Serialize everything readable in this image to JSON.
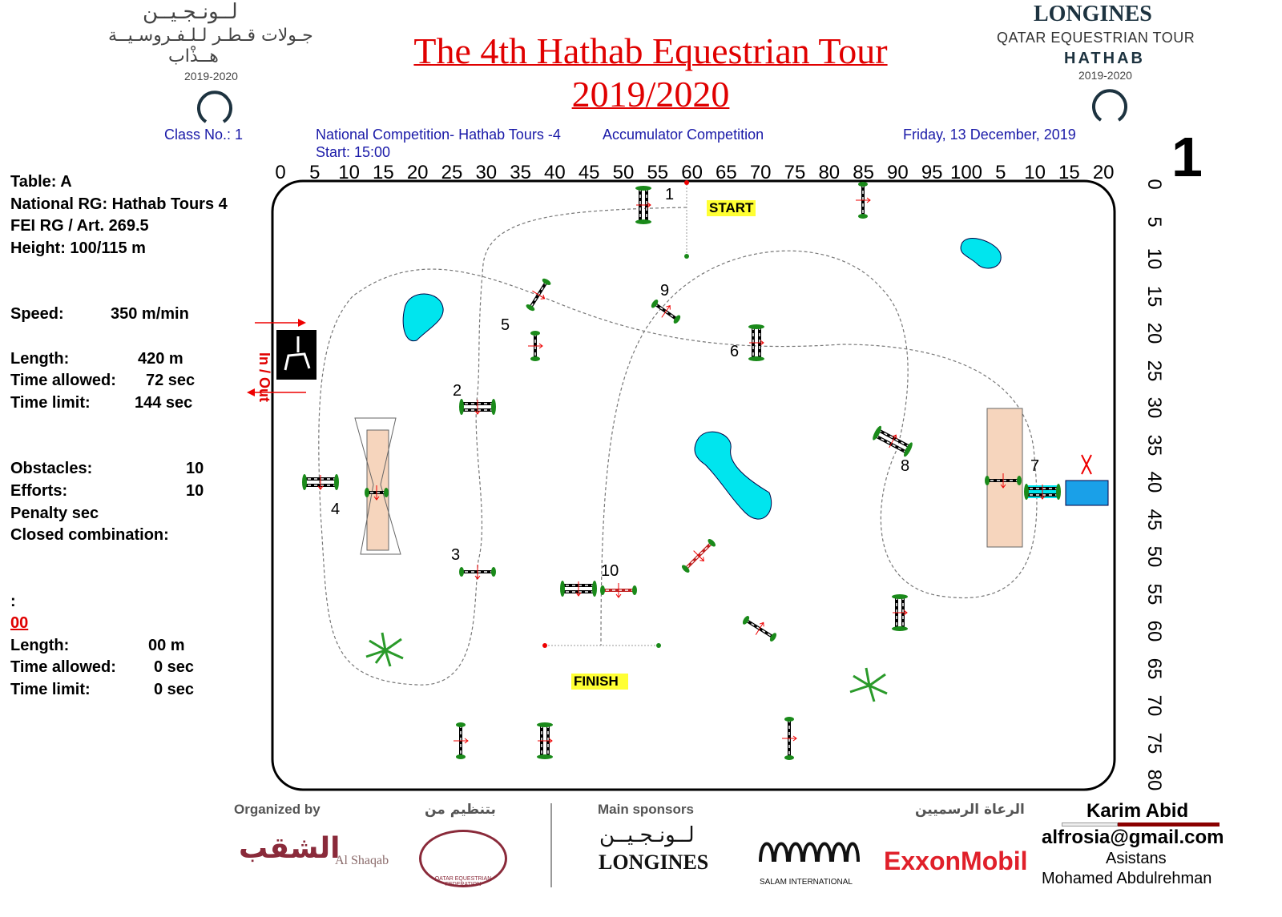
{
  "header": {
    "left_logo": {
      "arabic_line1": "لــونـجـيــن",
      "arabic_line2": "جـولات قـطـر لـلـفـروسـيــة",
      "arabic_line3": "هــذْاب",
      "years": "2019-2020"
    },
    "right_logo": {
      "brand": "LONGINES",
      "line2": "QATAR EQUESTRIAN TOUR",
      "line3": "HATHAB",
      "years": "2019-2020"
    },
    "title_line1": "The 4th Hathab Equestrian Tour",
    "title_line2": "2019/2020",
    "class_no": "Class No.: 1",
    "competition": "National Competition- Hathab Tours -4",
    "start_time": "Start: 15:00",
    "competition_type": "Accumulator Competition",
    "date": "Friday, 13 December, 2019",
    "round_number": "1"
  },
  "info": {
    "table": "Table: A",
    "national_rg": "National RG:  Hathab Tours 4",
    "fei_rg": "FEI RG / Art. 269.5",
    "height": "Height: 100/115  m",
    "speed_label": "Speed:",
    "speed_value": "350  m/min",
    "length_label": "Length:",
    "length_value": "420    m",
    "time_allowed_label": "Time allowed:",
    "time_allowed_value": "72  sec",
    "time_limit_label": "Time limit:",
    "time_limit_value": "144  sec",
    "obstacles_label": "Obstacles:",
    "obstacles_value": "10",
    "efforts_label": "Efforts:",
    "efforts_value": "10",
    "penalty": "Penalty sec",
    "closed_combination": "Closed combination:",
    "colon": ":",
    "jumpoff": "00",
    "jo_length_label": "Length:",
    "jo_length_value": "00    m",
    "jo_time_allowed_label": "Time allowed:",
    "jo_time_allowed_value": "0  sec",
    "jo_time_limit_label": "Time limit:",
    "jo_time_limit_value": "0  sec"
  },
  "scale": {
    "top": [
      "0",
      "5",
      "10",
      "15",
      "20",
      "25",
      "30",
      "35",
      "40",
      "45",
      "50",
      "55",
      "60",
      "65",
      "70",
      "75",
      "80",
      "85",
      "90",
      "95",
      "100",
      "5",
      "10",
      "15",
      "20"
    ],
    "right": [
      "0",
      "5",
      "10",
      "15",
      "20",
      "25",
      "30",
      "35",
      "40",
      "45",
      "50",
      "55",
      "60",
      "65",
      "70",
      "75",
      "80"
    ]
  },
  "course": {
    "in_out": "In / Out",
    "start": "START",
    "finish": "FINISH",
    "obstacle_numbers": [
      "1",
      "2",
      "3",
      "4",
      "5",
      "6",
      "7",
      "8",
      "9",
      "10"
    ]
  },
  "footer": {
    "organized_by": "Organized by",
    "organized_by_ar": "بتنظيم من",
    "main_sponsors": "Main sponsors",
    "main_sponsors_ar": "الرعاة الرسميين",
    "al_shaqab": "Al Shaqab",
    "al_shaqab_ar": "الشقب",
    "qef": "QATAR EQUESTRIAN FEDERATION",
    "longines": "LONGINES",
    "longines_ar": "لــونـجـيــن",
    "salam": "SALAM INTERNATIONAL",
    "exxon": "ExxonMobil",
    "designer": "Karim Abid",
    "email": "alfrosia@gmail.com",
    "assistant_label": "Asistans",
    "assistant": "Mohamed Abdulrehman"
  },
  "colors": {
    "title": "#e00000",
    "info_blue": "#1a1aa8",
    "water": "#00e5ee",
    "pole_green": "#1a8a1a",
    "sand": "#f6d5bd",
    "start_yellow": "#ffff33"
  }
}
